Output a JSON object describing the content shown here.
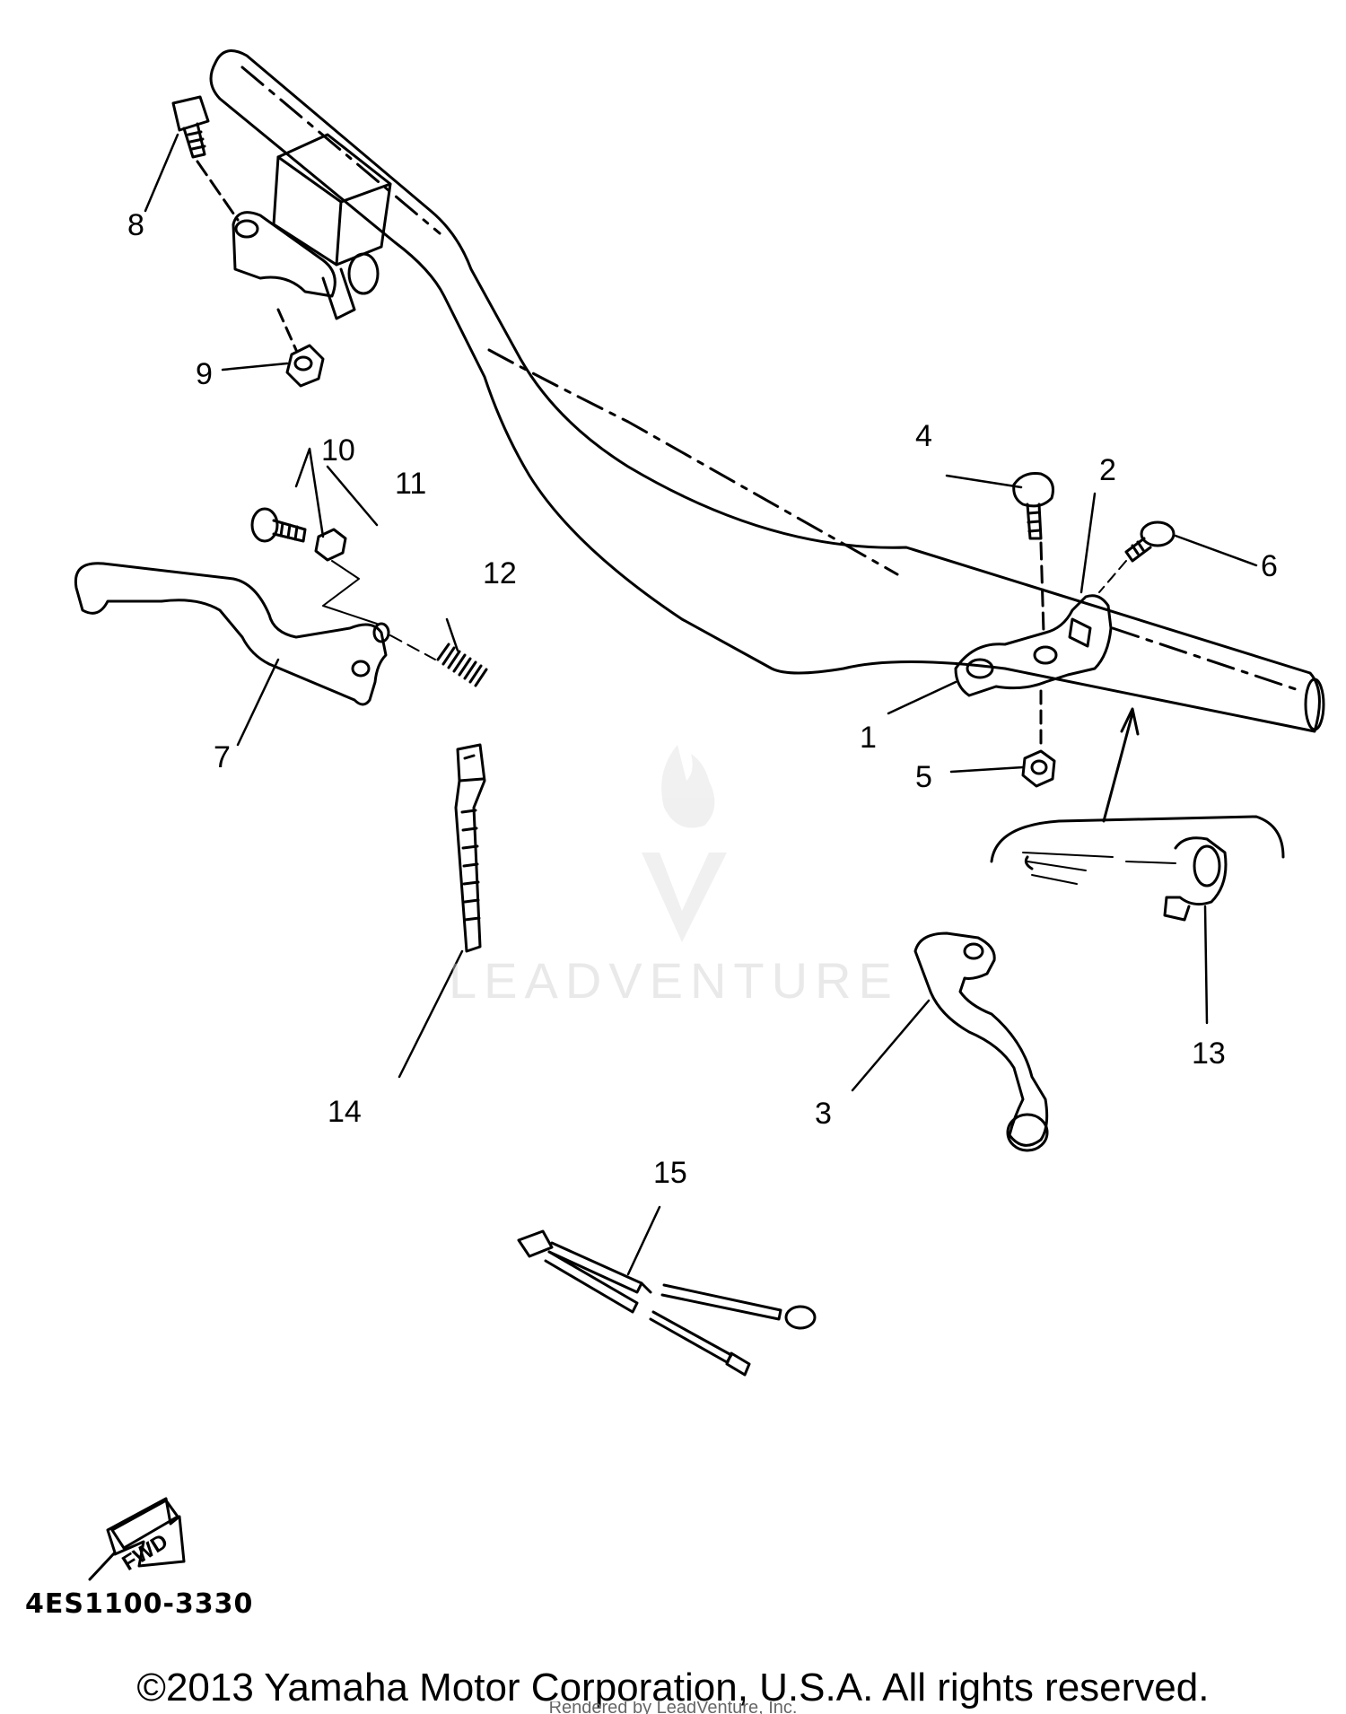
{
  "diagram": {
    "labels": {
      "l1": "1",
      "l2": "2",
      "l3": "3",
      "l4": "4",
      "l5": "5",
      "l6": "6",
      "l7": "7",
      "l8": "8",
      "l9": "9",
      "l10": "10",
      "l11": "11",
      "l12": "12",
      "l13": "13",
      "l14": "14",
      "l15": "15"
    },
    "fwd": "FWD"
  },
  "watermark": {
    "text": "LEADVENTURE"
  },
  "footer": {
    "part_code": "4ES1100-3330",
    "copyright": "©2013 Yamaha Motor Corporation, U.S.A. All rights reserved.",
    "rendered_by": "Rendered by LeadVenture, Inc."
  }
}
